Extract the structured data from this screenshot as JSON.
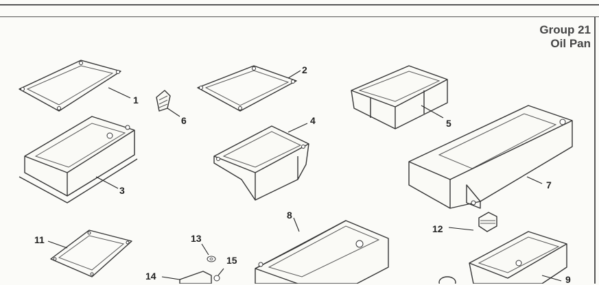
{
  "header": {
    "group_label": "Group 21",
    "group_name": "Oil Pan"
  },
  "callouts": {
    "p1": "1",
    "p2": "2",
    "p3": "3",
    "p4": "4",
    "p5": "5",
    "p6": "6",
    "p7": "7",
    "p8": "8",
    "p9": "9",
    "p11": "11",
    "p12": "12",
    "p13": "13",
    "p14": "14",
    "p15": "15"
  }
}
